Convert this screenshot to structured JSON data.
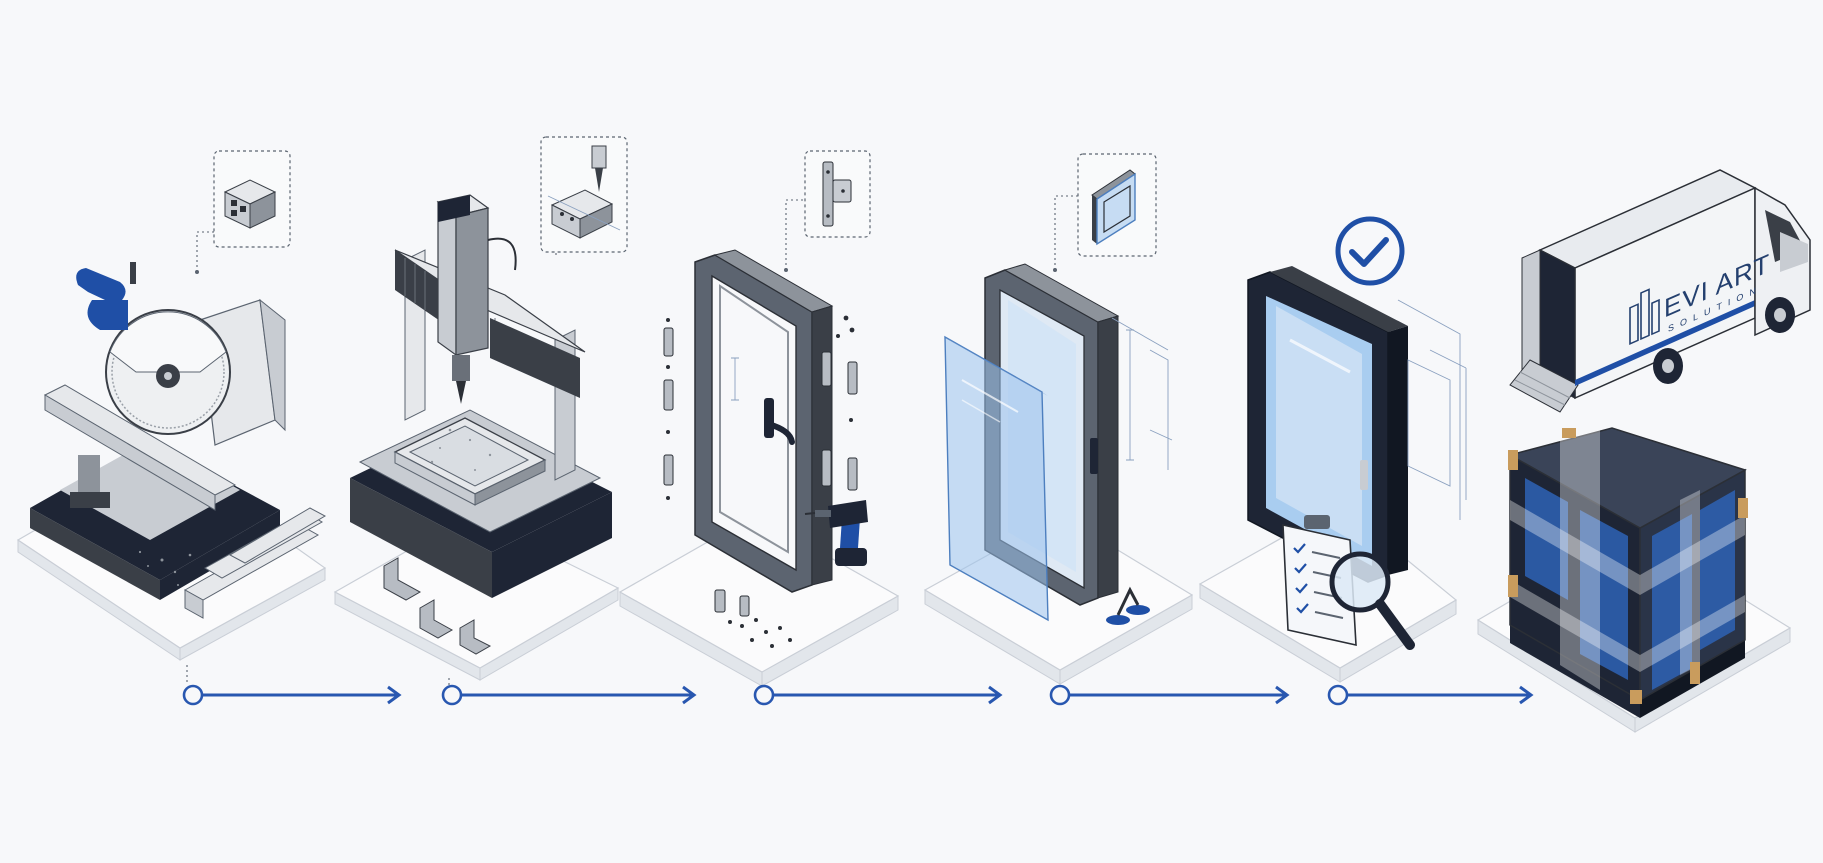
{
  "diagram": {
    "steps": [
      {
        "id": "cutting",
        "icon": "miter-saw-icon",
        "callout_icon": "aluminum-profile-section-icon"
      },
      {
        "id": "machining",
        "icon": "cnc-machine-icon",
        "callout_icon": "drill-bit-profile-icon"
      },
      {
        "id": "hardware-assembly",
        "icon": "window-frame-assembly-icon",
        "callout_icon": "hinge-icon"
      },
      {
        "id": "glazing",
        "icon": "glass-pane-insert-icon",
        "callout_icon": "double-glazing-icon"
      },
      {
        "id": "quality-control",
        "icon": "inspection-checklist-icon",
        "callout_icon": "check-badge-icon"
      },
      {
        "id": "packaging-delivery",
        "icon": "delivery-truck-icon",
        "callout_icon": "wrapped-pallet-icon"
      }
    ],
    "connectors": 5,
    "truck_logo": {
      "brand": "EVI ART",
      "tagline": "SOLUTION"
    },
    "colors": {
      "accent_blue": "#2857b0",
      "navy": "#1e2535",
      "glass": "#9cc3ec",
      "background": "#f7f8fa"
    }
  }
}
